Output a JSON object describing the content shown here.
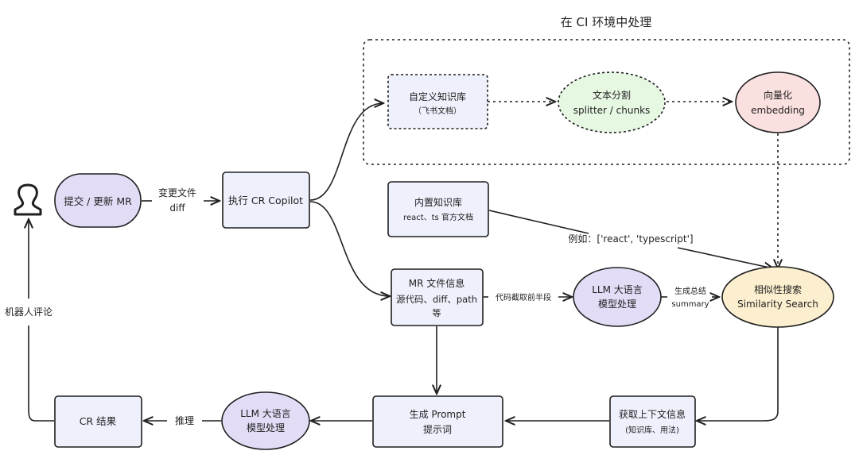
{
  "region": {
    "title": "在 CI 环境中处理"
  },
  "actor": {
    "icon": "user-icon"
  },
  "nodes": {
    "submit": {
      "line1": "提交 / 更新 MR"
    },
    "execute": {
      "line1": "执行 CR Copilot"
    },
    "custom_kb": {
      "line1": "自定义知识库",
      "line2": "（飞书文档）"
    },
    "split": {
      "line1": "文本分割",
      "line2": "splitter / chunks"
    },
    "embed": {
      "line1": "向量化",
      "line2": "embedding"
    },
    "builtin_kb": {
      "line1": "内置知识库",
      "line2": "react、ts 官方文档"
    },
    "mr_info": {
      "line1": "MR 文件信息",
      "line2": "源代码、diff、path",
      "line3": "等"
    },
    "llm1": {
      "line1": "LLM 大语言",
      "line2": "模型处理"
    },
    "similarity": {
      "line1": "相似性搜索",
      "line2": "Similarity Search"
    },
    "context": {
      "line1": "获取上下文信息",
      "line2": "(知识库、用法)"
    },
    "prompt": {
      "line1": "生成 Prompt",
      "line2": "提示词"
    },
    "llm2": {
      "line1": "LLM 大语言",
      "line2": "模型处理"
    },
    "result": {
      "line1": "CR 结果"
    }
  },
  "edge_labels": {
    "submit_exec_1": "变更文件",
    "submit_exec_2": "diff",
    "builtin_example": "例如：['react', 'typescript']",
    "mr_llm": "代码截取前半段",
    "llm_sim_1": "生成总结",
    "llm_sim_2": "summary",
    "llm2_result": "推理",
    "bot_comment": "机器人评论"
  },
  "colors": {
    "stroke": "#1f1f1f",
    "rect_fill": "#eef0fb",
    "purple_fill": "#e3dcf6",
    "green_fill": "#e6f7e2",
    "pink_fill": "#fbe0e0",
    "yellow_fill": "#fcefcf"
  }
}
